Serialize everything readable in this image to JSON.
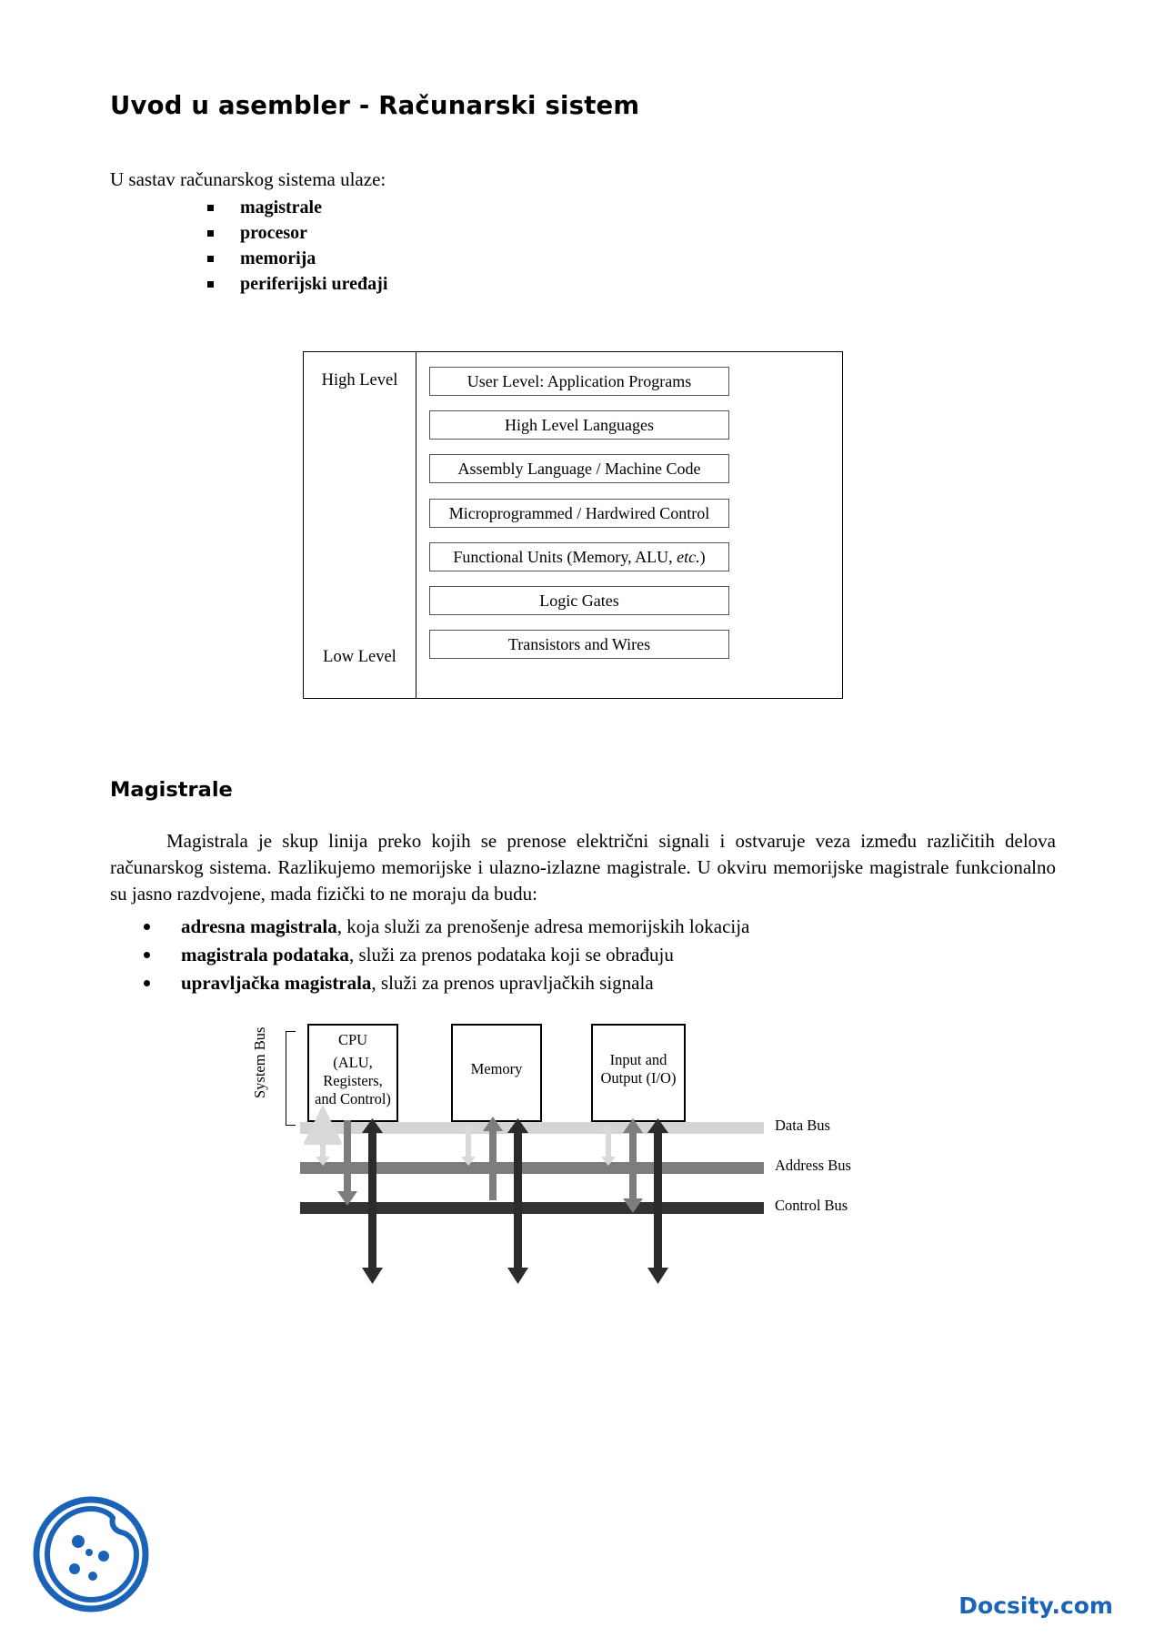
{
  "document": {
    "title": "Uvod u asembler - Računarski sistem",
    "intro_line": "U sastav računarskog sistema ulaze:",
    "components": [
      "magistrale",
      "procesor",
      "memorija",
      "periferijski uređaji"
    ]
  },
  "layer_diagram": {
    "high_level_label": "High Level",
    "low_level_label": "Low Level",
    "layers": [
      "User Level: Application Programs",
      "High Level Languages",
      "Assembly Language / Machine Code",
      "Microprogrammed / Hardwired Control",
      "Functional Units (Memory, ALU, etc.)",
      "Logic Gates",
      "Transistors and Wires"
    ],
    "functional_units": {
      "prefix": "Functional Units (Memory, ALU, ",
      "italic": "etc.",
      "suffix": ")"
    }
  },
  "magistrale": {
    "heading": "Magistrale",
    "paragraph": "Magistrala je skup linija preko kojih se prenose električni signali i ostvaruje veza između različitih delova računarskog sistema. Razlikujemo memorijske i ulazno-izlazne magistrale. U okviru memorijske magistrale funkcionalno su jasno razdvojene, mada fizički to ne moraju da budu:",
    "bullets": [
      {
        "bold": "adresna magistrala",
        "rest": ", koja služi za prenošenje adresa memorijskih lokacija"
      },
      {
        "bold": "magistrala podataka",
        "rest": ", služi za prenos podataka koji se obrađuju"
      },
      {
        "bold": "upravljačka magistrala",
        "rest": ", služi za prenos upravljačkih signala"
      }
    ]
  },
  "bus_diagram": {
    "system_bus_label": "System Bus",
    "units": [
      {
        "name": "cpu",
        "lines": [
          "CPU",
          "(ALU,",
          "Registers,",
          "and Control)"
        ]
      },
      {
        "name": "memory",
        "lines": [
          "Memory"
        ]
      },
      {
        "name": "io",
        "lines": [
          "Input and",
          "Output (I/O)"
        ]
      }
    ],
    "buses": [
      {
        "label": "Data Bus",
        "color": "#d4d4d4"
      },
      {
        "label": "Address Bus",
        "color": "#7d7d7d"
      },
      {
        "label": "Control Bus",
        "color": "#333333"
      }
    ]
  },
  "footer": {
    "brand": "Docsity.com",
    "brand_color": "#1a63b8"
  }
}
